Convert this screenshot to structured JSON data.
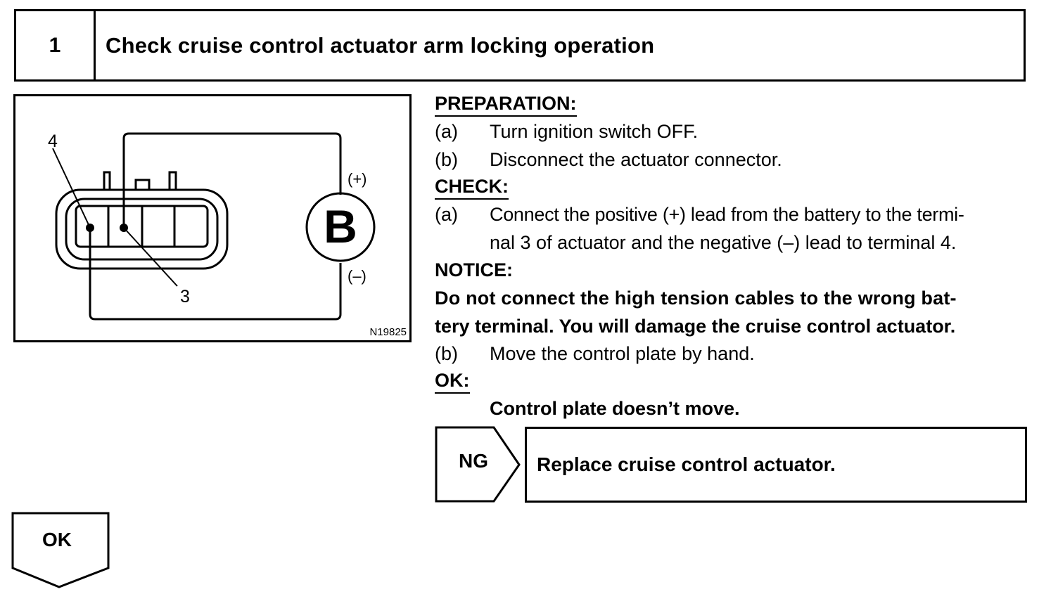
{
  "step": {
    "number": "1",
    "title": "Check cruise control actuator arm locking operation"
  },
  "figure": {
    "label_terminal_4": "4",
    "label_terminal_3": "3",
    "battery_label": "B",
    "positive_label": "(+)",
    "negative_label": "(–)",
    "figure_id": "N19825"
  },
  "preparation": {
    "heading": "PREPARATION:",
    "items": [
      {
        "letter": "(a)",
        "text": "Turn ignition switch OFF."
      },
      {
        "letter": "(b)",
        "text": "Disconnect the actuator connector."
      }
    ]
  },
  "check": {
    "heading": "CHECK:",
    "item_a_letter": "(a)",
    "item_a_line1": "Connect the positive (+) lead from the battery to the termi-",
    "item_a_line2": "nal 3 of actuator and the negative (–) lead to terminal 4.",
    "notice_heading": "NOTICE:",
    "notice_line1": "Do not connect the high tension cables to the wrong bat-",
    "notice_line2": "tery terminal. You will damage the cruise control actuator.",
    "item_b_letter": "(b)",
    "item_b_text": "Move the control plate by hand."
  },
  "ok_criteria": {
    "heading": "OK:",
    "text": "Control plate doesn’t move."
  },
  "ng_result": {
    "label": "NG",
    "action": "Replace cruise control actuator."
  },
  "ok_result": {
    "label": "OK"
  }
}
